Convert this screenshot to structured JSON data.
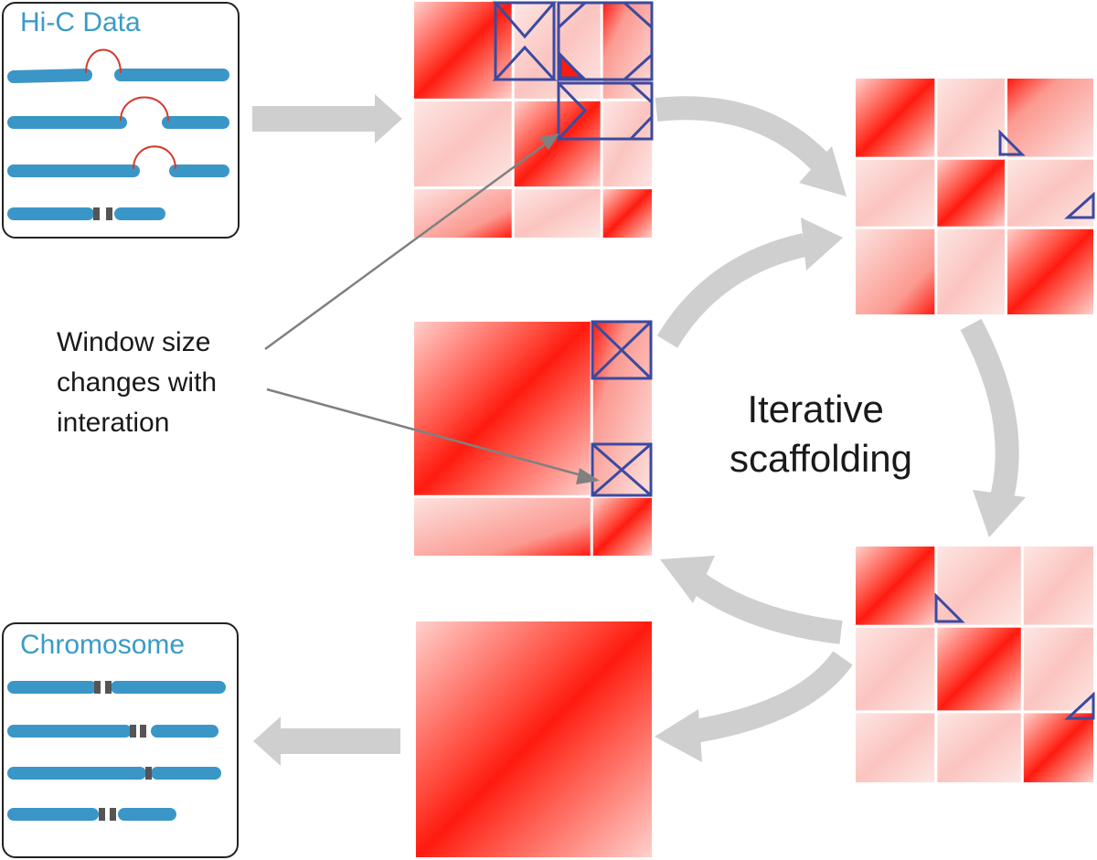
{
  "colors": {
    "chromosome": "#3a96c6",
    "contact_arc": "#d43a2f",
    "gap": "#555555",
    "heatmap_strong": "#ff1a0f",
    "heatmap_weak": "#fde2e0",
    "window_outline": "#3b4aa0",
    "flow_arrow": "#cfcfcf",
    "callout_arrow": "#808080",
    "panel_border": "#222222"
  },
  "input_panel": {
    "title": "Hi-C Data"
  },
  "output_panel": {
    "title": "Chromosome"
  },
  "callout": {
    "lines": [
      "Window size",
      "changes with",
      "interation"
    ]
  },
  "process_label": {
    "lines": [
      "Iterative",
      "scaffolding"
    ]
  },
  "heatmaps": [
    {
      "id": "iteration-1",
      "grid": [
        0.42,
        0.37,
        0.21
      ]
    },
    {
      "id": "iteration-2",
      "grid": [
        0.34,
        0.29,
        0.37
      ]
    },
    {
      "id": "iteration-3",
      "grid": [
        0.34,
        0.36,
        0.3
      ]
    },
    {
      "id": "iteration-4",
      "grid": [
        0.75,
        0.25
      ]
    },
    {
      "id": "final",
      "grid": [
        1.0
      ]
    }
  ]
}
